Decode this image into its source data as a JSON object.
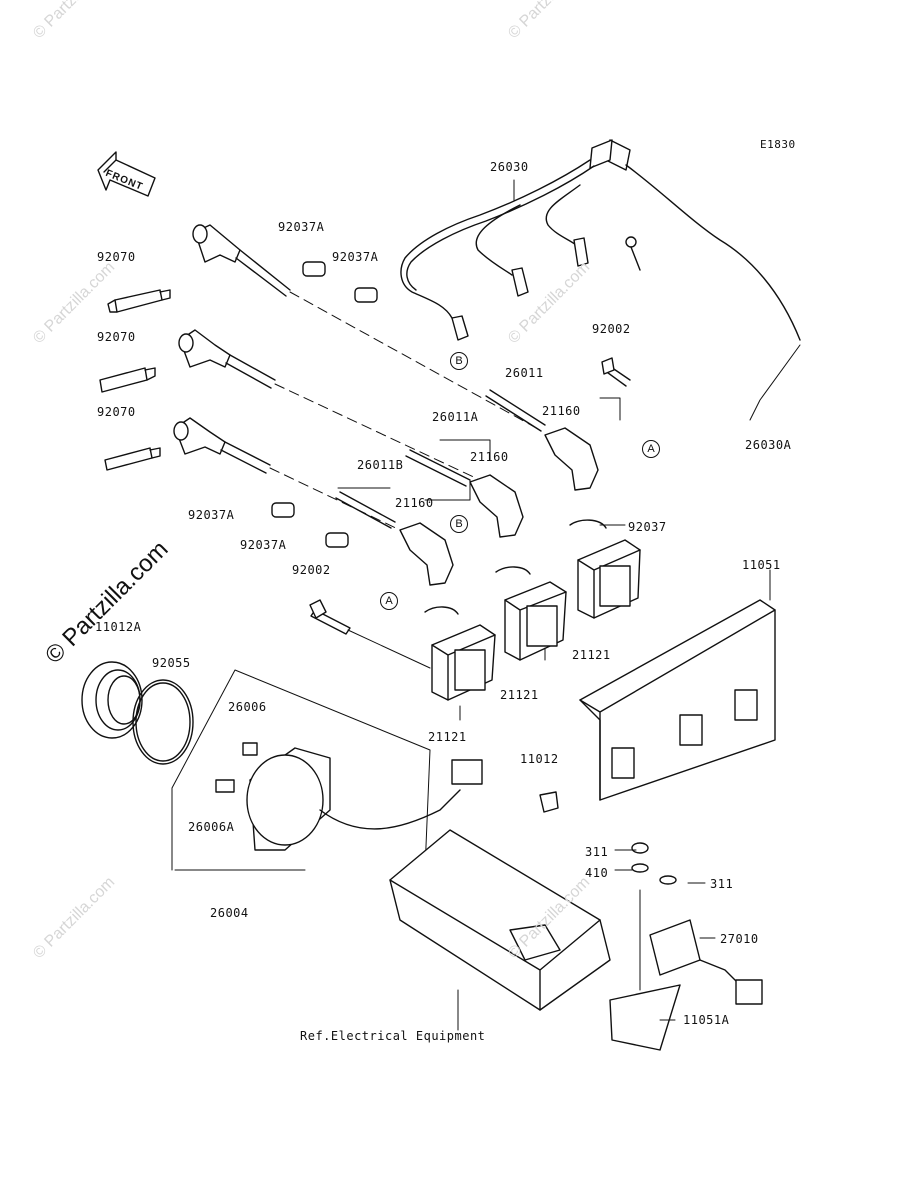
{
  "diagram_code": "E1830",
  "front_label": "FRONT",
  "watermark_small": "© Partzilla.com",
  "watermark_large": "© Partzilla.com",
  "reference_note": "Ref.Electrical Equipment",
  "markers": {
    "a": "A",
    "b": "B"
  },
  "parts": {
    "p26030": "26030",
    "p92037A_1": "92037A",
    "p92037A_2": "92037A",
    "p92070_1": "92070",
    "p92070_2": "92070",
    "p92070_3": "92070",
    "p92002_1": "92002",
    "p26011": "26011",
    "p21160_1": "21160",
    "p26011A": "26011A",
    "p21160_2": "21160",
    "p26030A": "26030A",
    "p26011B": "26011B",
    "p21160_3": "21160",
    "p92037": "92037",
    "p92037A_3": "92037A",
    "p92037A_4": "92037A",
    "p92002_2": "92002",
    "p11051": "11051",
    "p11012A": "11012A",
    "p92055": "92055",
    "p21121_1": "21121",
    "p21121_2": "21121",
    "p21121_3": "21121",
    "p26006": "26006",
    "p11012": "11012",
    "p26006A": "26006A",
    "p311_1": "311",
    "p410": "410",
    "p311_2": "311",
    "p26004": "26004",
    "p27010": "27010",
    "p11051A": "11051A"
  }
}
